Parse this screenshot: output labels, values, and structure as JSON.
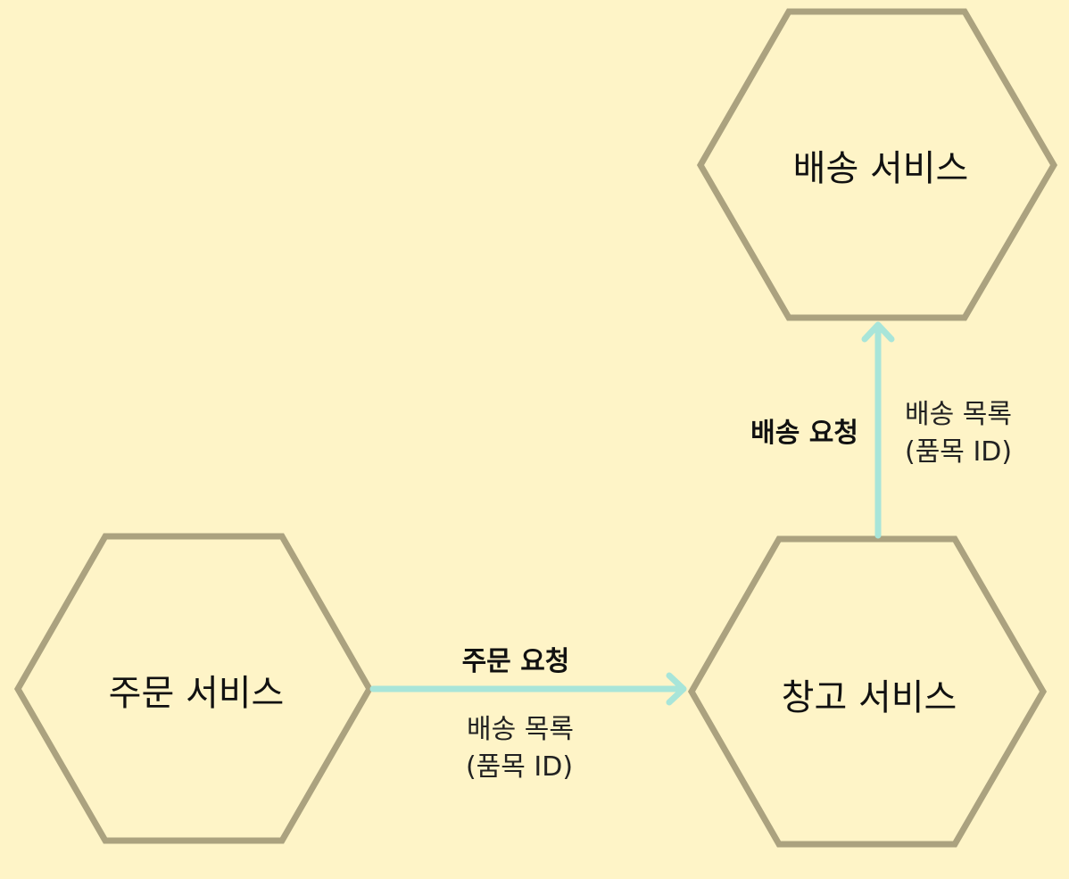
{
  "diagram": {
    "nodes": {
      "shipping": {
        "label": "배송 서비스"
      },
      "order": {
        "label": "주문 서비스"
      },
      "warehouse": {
        "label": "창고 서비스"
      }
    },
    "edges": {
      "order_to_warehouse": {
        "title": "주문 요청",
        "sub_line1": "배송 목록",
        "sub_line2": "(품목 ID)"
      },
      "warehouse_to_shipping": {
        "title": "배송 요청",
        "sub_line1": "배송 목록",
        "sub_line2": "(품목 ID)"
      }
    },
    "colors": {
      "background": "#FEF4C7",
      "hexagon_stroke": "#ABA27F",
      "arrow": "#A8E5D9",
      "text": "#111111"
    }
  }
}
